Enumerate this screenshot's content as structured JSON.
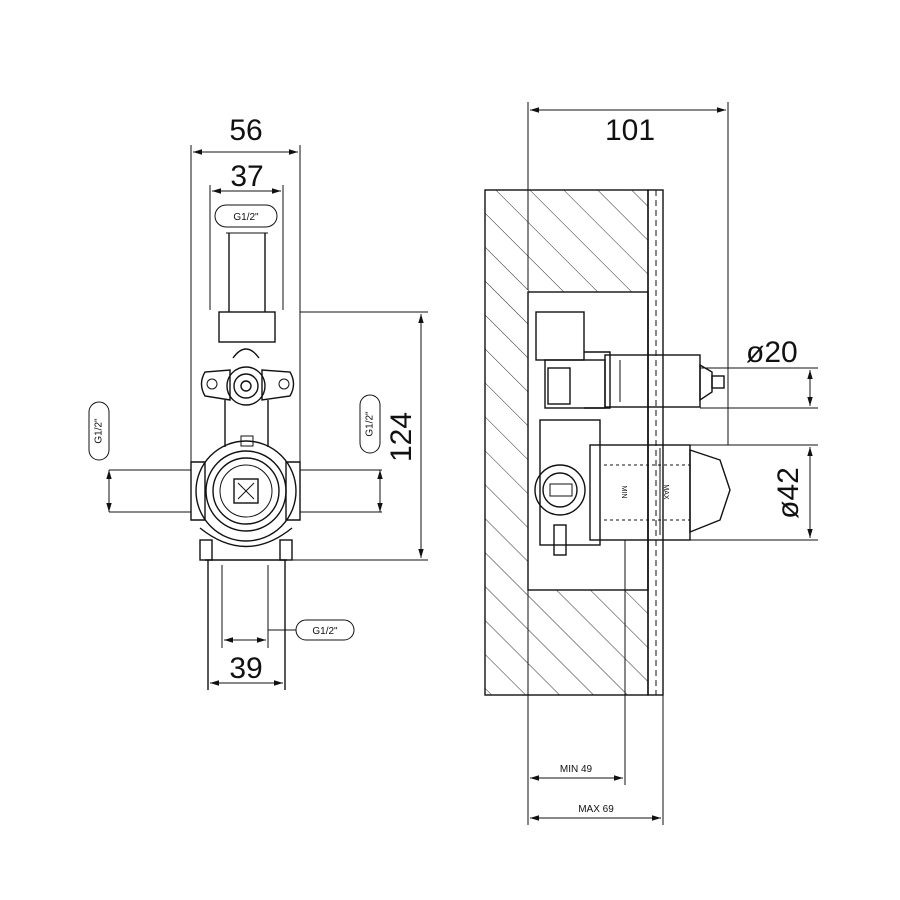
{
  "front_view": {
    "dim_width_overall": "56",
    "dim_width_inner": "37",
    "dim_height": "124",
    "dim_bottom_spacing": "39",
    "thread_top": "G1/2\"",
    "thread_left": "G1/2\"",
    "thread_right": "G1/2\"",
    "thread_bottom": "G1/2\""
  },
  "side_view": {
    "dim_depth_total": "101",
    "dim_diameter_small": "ø20",
    "dim_diameter_large": "ø42",
    "dim_min_depth": "MIN 49",
    "dim_max_depth": "MAX 69",
    "body_mark_min": "MIN",
    "body_mark_max": "MAX"
  }
}
